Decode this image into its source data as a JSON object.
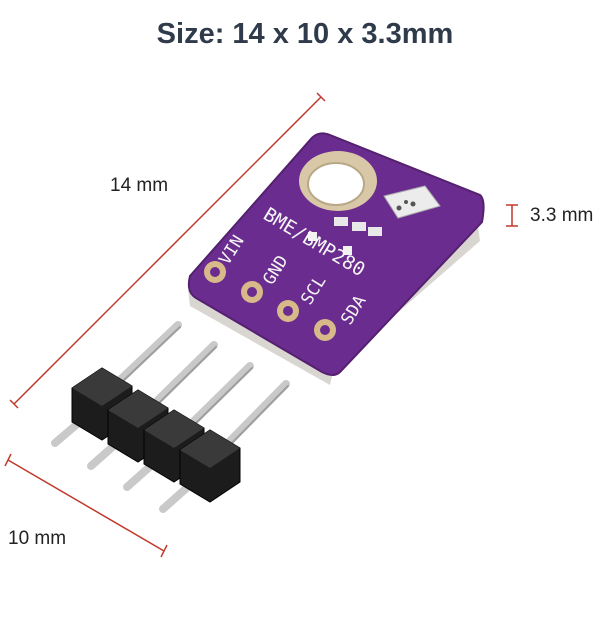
{
  "title": "Size: 14 x 10 x 3.3mm",
  "dimensions": {
    "length": "14 mm",
    "width": "10 mm",
    "height": "3.3 mm"
  },
  "board": {
    "model_label": "BME/BMP280",
    "pins": [
      "VIN",
      "GND",
      "SCL",
      "SDA"
    ]
  },
  "colors": {
    "pcb": "#6b2c8f",
    "dimension_line": "#c0392b",
    "title_text": "#2f3a4a"
  }
}
